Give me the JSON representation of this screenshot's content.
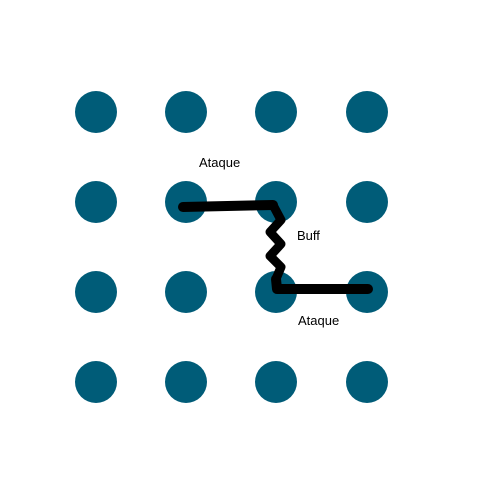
{
  "colors": {
    "background": "#ffffff",
    "dot": "#005c78",
    "path": "#000000"
  },
  "grid": {
    "rows": 4,
    "cols": 4
  },
  "labels": {
    "attack_1": "Ataque",
    "buff": "Buff",
    "attack_2": "Ataque"
  }
}
